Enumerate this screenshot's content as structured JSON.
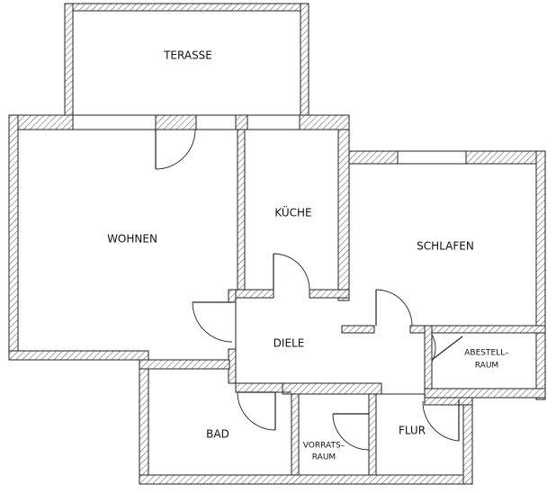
{
  "rooms": {
    "terasse": "TERASSE",
    "wohnen": "WOHNEN",
    "kueche": "KÜCHE",
    "schlafen": "SCHLAFEN",
    "diele": "DIELE",
    "abstell_line1": "ABESTELL–",
    "abstell_line2": "RAUM",
    "bad": "BAD",
    "vorrats_line1": "VORRATS–",
    "vorrats_line2": "RAUM",
    "flur": "FLUR"
  },
  "colors": {
    "wall_stroke": "#222222",
    "hatch": "#555555",
    "background": "#ffffff"
  }
}
